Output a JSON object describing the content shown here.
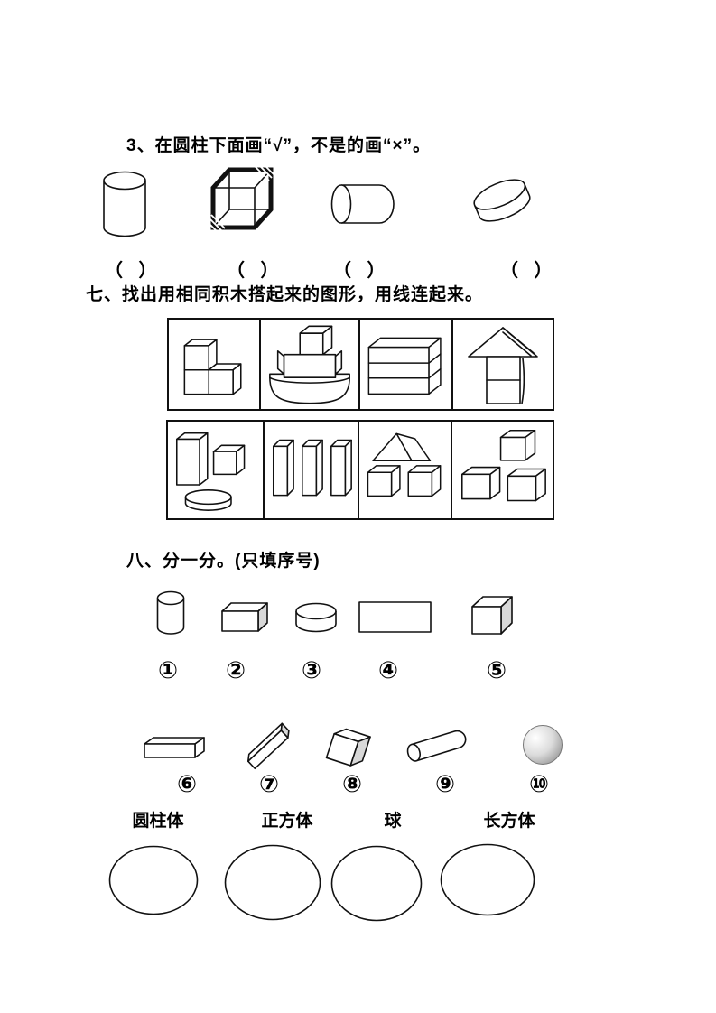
{
  "page": {
    "background": "#ffffff",
    "ink": "#000000",
    "shade_gray": "#d8d8d8"
  },
  "q3": {
    "heading": "3、在圆柱下面画“√”，不是的画“×”。",
    "shapes": [
      "cylinder-upright",
      "cube-wireframe",
      "cylinder-horizontal",
      "cylinder-disk-tilted"
    ],
    "answer_slots": [
      "（ ）",
      "（ ）",
      "（ ）",
      "（ ）"
    ]
  },
  "q7": {
    "heading": "七、找出用相同积木搭起来的图形，用线连起来。",
    "top_row_cells": [
      "three-cubes-l-shape",
      "cube-on-slab-on-half-cylinder",
      "three-stacked-slabs",
      "house-roof-on-two-cubes"
    ],
    "bottom_row_cells": [
      "tall-box-cube-and-disk",
      "three-tall-boxes",
      "wedge-and-two-cubes",
      "three-cubes"
    ]
  },
  "q8": {
    "heading": "八、分一分。(只填序号)",
    "row1": [
      {
        "label": "①",
        "shape": "small-cylinder"
      },
      {
        "label": "②",
        "shape": "cuboid-box"
      },
      {
        "label": "③",
        "shape": "flat-cylinder"
      },
      {
        "label": "④",
        "shape": "flat-rectangle"
      },
      {
        "label": "⑤",
        "shape": "cube"
      }
    ],
    "row2": [
      {
        "label": "⑥",
        "shape": "long-bar"
      },
      {
        "label": "⑦",
        "shape": "tilted-long-bar"
      },
      {
        "label": "⑧",
        "shape": "tilted-cube"
      },
      {
        "label": "⑨",
        "shape": "thin-rod"
      },
      {
        "label": "⑩",
        "shape": "sphere"
      }
    ],
    "categories": [
      "圆柱体",
      "正方体",
      "球",
      "长方体"
    ]
  }
}
